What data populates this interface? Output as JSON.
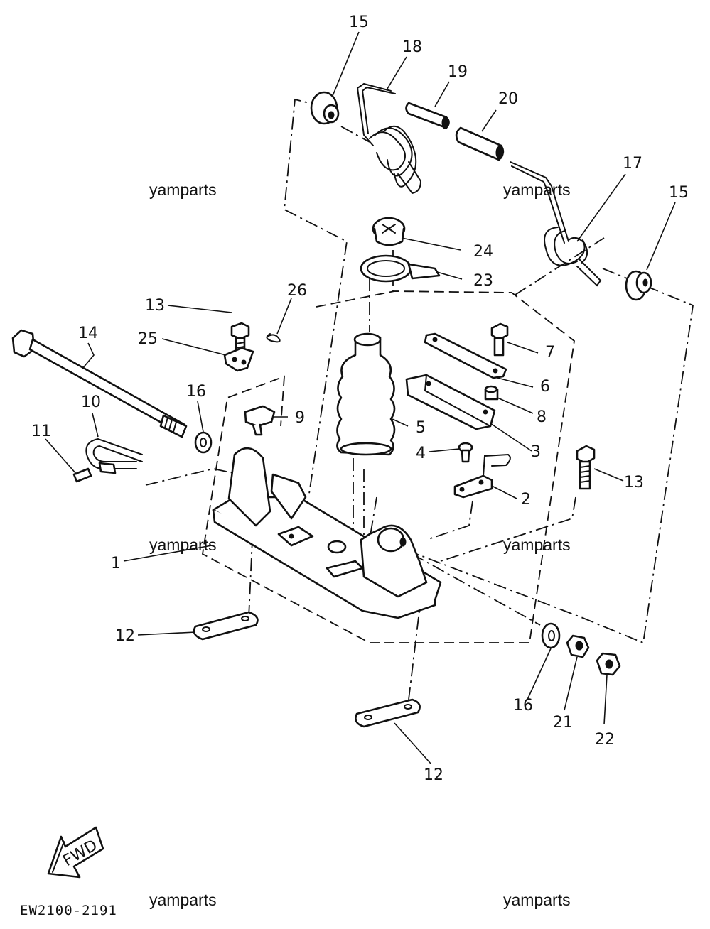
{
  "diagram": {
    "callouts": [
      {
        "id": "15a",
        "text": "15"
      },
      {
        "id": "18",
        "text": "18"
      },
      {
        "id": "19",
        "text": "19"
      },
      {
        "id": "20",
        "text": "20"
      },
      {
        "id": "17",
        "text": "17"
      },
      {
        "id": "15b",
        "text": "15"
      },
      {
        "id": "24",
        "text": "24"
      },
      {
        "id": "23",
        "text": "23"
      },
      {
        "id": "26",
        "text": "26"
      },
      {
        "id": "13a",
        "text": "13"
      },
      {
        "id": "25",
        "text": "25"
      },
      {
        "id": "14",
        "text": "14"
      },
      {
        "id": "7",
        "text": "7"
      },
      {
        "id": "6",
        "text": "6"
      },
      {
        "id": "8",
        "text": "8"
      },
      {
        "id": "10",
        "text": "10"
      },
      {
        "id": "16a",
        "text": "16"
      },
      {
        "id": "9",
        "text": "9"
      },
      {
        "id": "5",
        "text": "5"
      },
      {
        "id": "3",
        "text": "3"
      },
      {
        "id": "11",
        "text": "11"
      },
      {
        "id": "4",
        "text": "4"
      },
      {
        "id": "13b",
        "text": "13"
      },
      {
        "id": "2",
        "text": "2"
      },
      {
        "id": "1",
        "text": "1"
      },
      {
        "id": "12a",
        "text": "12"
      },
      {
        "id": "16b",
        "text": "16"
      },
      {
        "id": "21",
        "text": "21"
      },
      {
        "id": "22",
        "text": "22"
      },
      {
        "id": "12b",
        "text": "12"
      }
    ],
    "watermarks": [
      "yamparts",
      "yamparts",
      "yamparts",
      "yamparts",
      "yamparts",
      "yamparts"
    ],
    "fwd_label": "FWD",
    "drawing_code": "EW2100-2191"
  }
}
